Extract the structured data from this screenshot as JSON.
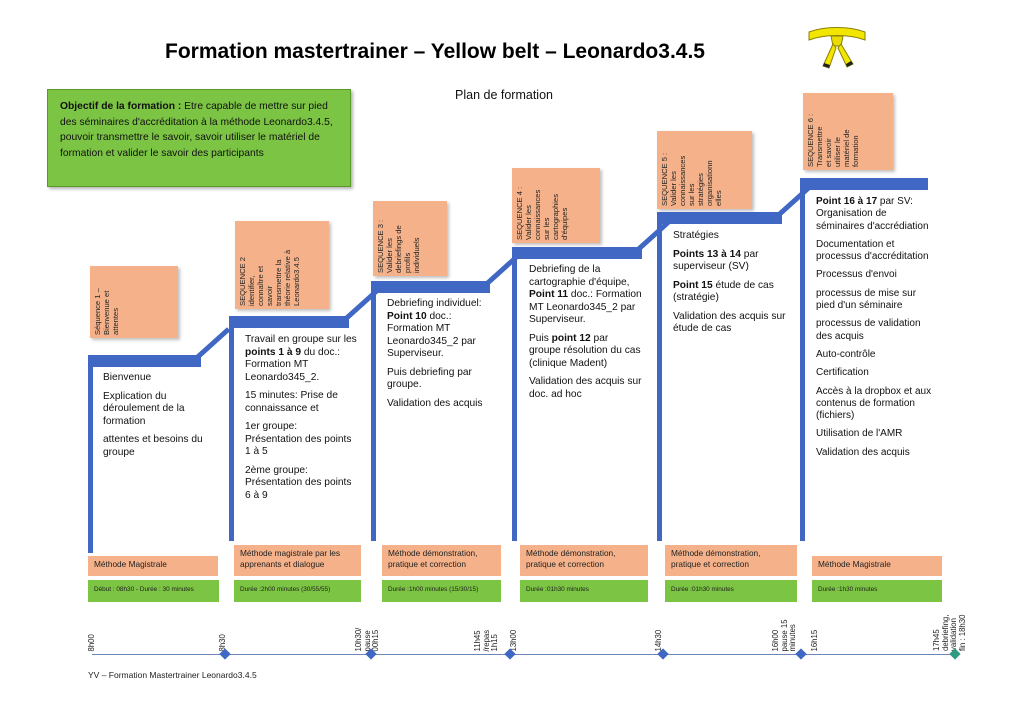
{
  "title": "Formation mastertrainer – Yellow belt – Leonardo3.4.5",
  "subtitle": "Plan de formation",
  "objective": {
    "label": "Objectif de la formation :",
    "text": "Etre capable de mettre sur pied des séminaires d'accréditation à la méthode Leonardo3.4.5, pouvoir transmettre le savoir, savoir utiliser le matériel de formation et valider le savoir des participants"
  },
  "sequences": [
    "Séquence 1 –\nBienvenue et\nattentes",
    "SEQUENCE 2\nidentifier,\nconnaître et\nsavoir\ntransmettre la\nthéorie relative à\nLeonardo3.4.5",
    "SEQUENCE 3 :\nValider les\ndebriefings de\nprofils\nindividuels",
    "SEQUENCE 4 :\nValider les\nconnaissances\nsur les\ncartographies\nd'équipes",
    "SEQUENCE 5 :\nValider les\nconnaissances\nsur les\nstratégies\norganisationn\nelles",
    "SEQUENCE 6 :\nTransmettre\net savoir\nutiliser le\nmatériel de\nformation"
  ],
  "columns": [
    [
      "Bienvenue",
      "Explication du déroulement de la formation",
      "attentes et besoins du groupe"
    ],
    [
      {
        "pre": "Travail en groupe sur les ",
        "b": "points 1 à 9",
        "post": " du doc.: Formation MT Leonardo345_2."
      },
      {
        "pre": "15 minutes: Prise de connaissance et",
        "b": "",
        "post": ""
      },
      {
        "pre": "1er groupe: Présentation des points 1 à 5",
        "b": "",
        "post": ""
      },
      {
        "pre": "2ème groupe: Présentation des points 6 à 9",
        "b": "",
        "post": ""
      }
    ],
    [
      {
        "pre": "Debriefing individuel: ",
        "b": "Point 10",
        "post": " doc.: Formation MT Leonardo345_2 par Superviseur."
      },
      {
        "pre": "Puis debriefing par groupe.",
        "b": "",
        "post": ""
      },
      {
        "pre": "Validation des acquis",
        "b": "",
        "post": ""
      }
    ],
    [
      {
        "pre": "Debriefing de la cartographie d'équipe, ",
        "b": "Point 11",
        "post": " doc.: Formation MT Leonardo345_2 par Superviseur."
      },
      {
        "pre": "Puis ",
        "b": "point 12",
        "post": " par groupe résolution du cas (clinique Madent)"
      },
      {
        "pre": "Validation des acquis sur doc. ad hoc",
        "b": "",
        "post": ""
      }
    ],
    [
      {
        "pre": "Stratégies",
        "b": "",
        "post": ""
      },
      {
        "pre": "",
        "b": "Points 13 à 14",
        "post": " par superviseur (SV)"
      },
      {
        "pre": "",
        "b": "Point 15",
        "post": " étude de cas (stratégie)"
      },
      {
        "pre": "Validation des acquis sur étude de cas",
        "b": "",
        "post": ""
      }
    ],
    [
      {
        "pre": "",
        "b": "Point 16 à 17",
        "post": " par SV: Organisation de séminaires d'accrédiation"
      },
      {
        "pre": "Documentation et processus d'accréditation",
        "b": "",
        "post": ""
      },
      {
        "pre": "Processus d'envoi",
        "b": "",
        "post": ""
      },
      {
        "pre": "processus de mise sur pied d'un séminaire",
        "b": "",
        "post": ""
      },
      {
        "pre": "processus de validation des acquis",
        "b": "",
        "post": ""
      },
      {
        "pre": "Auto-contrôle",
        "b": "",
        "post": ""
      },
      {
        "pre": "Certification",
        "b": "",
        "post": ""
      },
      {
        "pre": "Accès à la dropbox et aux contenus de formation (fichiers)",
        "b": "",
        "post": ""
      },
      {
        "pre": "Utilisation de l'AMR",
        "b": "",
        "post": ""
      },
      {
        "pre": "Validation des acquis",
        "b": "",
        "post": ""
      }
    ]
  ],
  "methods": [
    "Méthode Magistrale",
    "Méthode magistrale par les apprenants et dialogue",
    "Méthode démonstration, pratique et correction",
    "Méthode démonstration, pratique et correction",
    "Méthode démonstration, pratique et correction",
    "Méthode Magistrale"
  ],
  "durations": [
    "Début : 08h30 - Durée : 30 minutes",
    "Durée :2h00 minutes (30/55/55)",
    "Durée :1h00 minutes (15/30/15)",
    "Durée :01h30 minutes",
    "Durée :01h30 minutes",
    "Durée :1h30 minutes"
  ],
  "time_ticks": [
    "8h00",
    "8h30",
    "10h30/\npause\n00h15",
    "11h45\n/repas\n1h15",
    "13h00",
    "14h30",
    "16h00\npause 15\nminutes",
    "16h15",
    "17h45\ndebriefing,\nvalidation\nfin : 18h30"
  ],
  "footer": "YV – Formation Mastertrainer Leonardo3.4.5",
  "colors": {
    "blue": "#3f67c3",
    "orange": "#f5b28a",
    "green": "#7cc443",
    "yellow_belt": "#f2e600"
  },
  "icons": [
    "yellow-belt-icon"
  ]
}
